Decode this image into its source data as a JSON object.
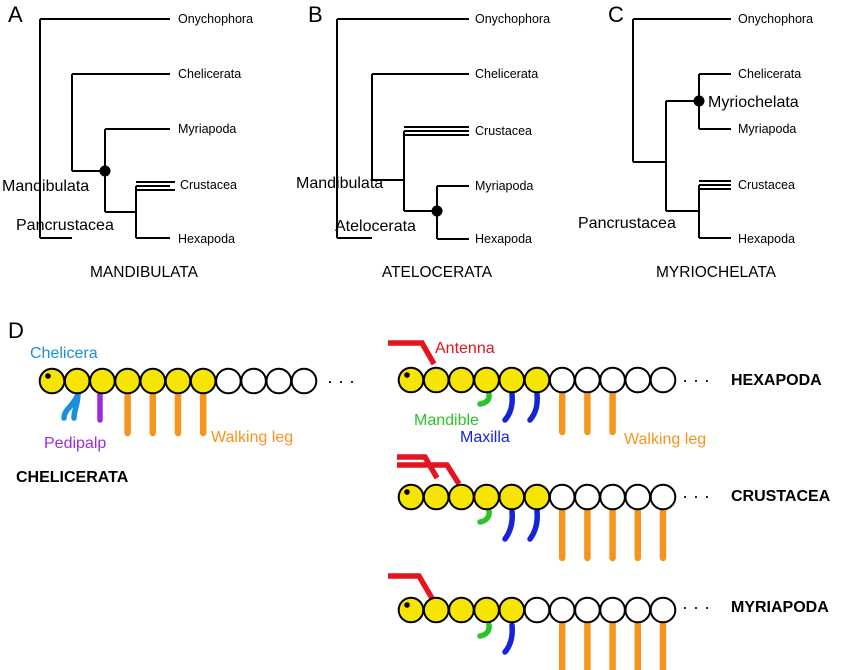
{
  "panels": {
    "a": {
      "letter": "A",
      "taxa": [
        "Onychophora",
        "Chelicerata",
        "Myriapoda",
        "Crustacea",
        "Hexapoda"
      ],
      "nodes": [
        "Mandibulata",
        "Pancrustacea"
      ],
      "hypothesis": "MANDIBULATA"
    },
    "b": {
      "letter": "B",
      "taxa": [
        "Onychophora",
        "Chelicerata",
        "Crustacea",
        "Myriapoda",
        "Hexapoda"
      ],
      "nodes": [
        "Mandibulata",
        "Atelocerata"
      ],
      "hypothesis": "ATELOCERATA"
    },
    "c": {
      "letter": "C",
      "taxa": [
        "Onychophora",
        "Chelicerata",
        "Myriapoda",
        "Crustacea",
        "Hexapoda"
      ],
      "nodes": [
        "Myriochelata",
        "Pancrustacea"
      ],
      "hypothesis": "MYRIOCHELATA"
    },
    "d": {
      "letter": "D",
      "chelicerata": {
        "group": "CHELICERATA",
        "labels": {
          "chelicera": "Chelicera",
          "pedipalp": "Pedipalp",
          "walking_leg": "Walking leg"
        }
      },
      "hexapoda": {
        "group": "HEXAPODA",
        "labels": {
          "antenna": "Antenna",
          "mandible": "Mandible",
          "maxilla": "Maxilla",
          "walking_leg": "Walking leg"
        }
      },
      "crustacea": {
        "group": "CRUSTACEA"
      },
      "myriapoda": {
        "group": "MYRIAPODA"
      },
      "ellipsis": "· · ·"
    }
  },
  "colors": {
    "segment_head": "#f6e500",
    "segment_body": "#ffffff",
    "chelicera": "#1a8fe0",
    "pedipalp": "#9b2be0",
    "walking_leg": "#f7941d",
    "antenna": "#e4151f",
    "mandible": "#2cc22c",
    "maxilla": "#1524d6"
  }
}
